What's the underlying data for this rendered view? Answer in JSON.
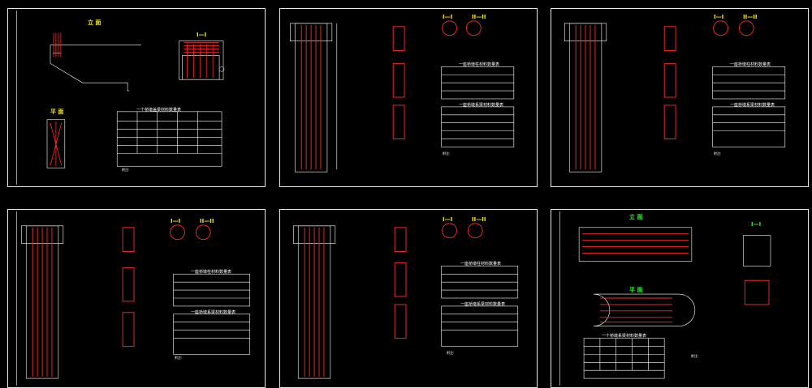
{
  "colors": {
    "line": "#e8e8e8",
    "rebar": "#ff2a2a",
    "title": "#2ee83a",
    "title_alt": "#f0e62c",
    "background": "#000000"
  },
  "sheets": [
    {
      "id": "cap-beam",
      "views": {
        "elevation": "立 面",
        "section": "I—I",
        "plan": "平 面"
      },
      "table_title": "一个桥墩盖梁材料数量表",
      "notes_label": "附注:"
    },
    {
      "id": "pier-1",
      "views": {
        "section_1": "I—I",
        "section_2": "II—II"
      },
      "table_title_1": "一座桥墩柱材料数量表",
      "table_title_2": "一座桥墩系梁材料数量表",
      "notes_label": "附注:"
    },
    {
      "id": "pier-2",
      "views": {
        "section_1": "I—I",
        "section_2": "II—II"
      },
      "table_title_1": "一座桥墩柱材料数量表",
      "table_title_2": "一座桥墩系梁材料数量表",
      "notes_label": "附注:"
    },
    {
      "id": "pier-3",
      "views": {
        "section_1": "I—I",
        "section_2": "II—II"
      },
      "table_title_1": "一座桥墩柱材料数量表",
      "table_title_2": "一座桥墩系梁材料数量表",
      "notes_label": "附注:"
    },
    {
      "id": "pier-4",
      "views": {
        "section_1": "I—I",
        "section_2": "II—II"
      },
      "table_title_1": "一座桥墩柱材料数量表",
      "table_title_2": "一座桥墩系梁材料数量表",
      "notes_label": "附注:"
    },
    {
      "id": "tie-beam",
      "views": {
        "elevation": "立 面",
        "plan": "平 面",
        "section": "I—I"
      },
      "table_title": "一个桥墩系梁材料数量表",
      "notes_label": "附注:"
    }
  ]
}
